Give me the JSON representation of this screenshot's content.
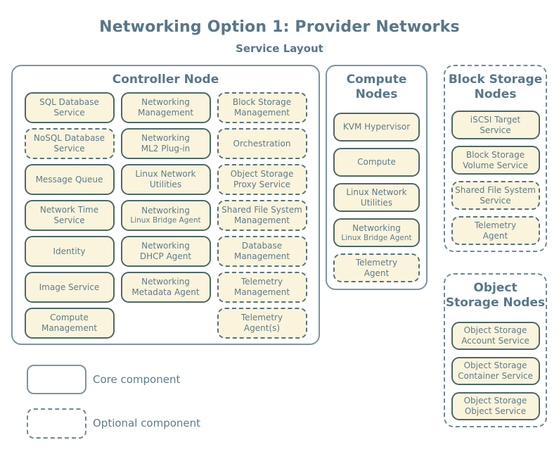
{
  "title": "Networking Option 1: Provider Networks",
  "subtitle": "Service Layout",
  "colors": {
    "background": "#ffffff",
    "service_fill": "#fbf4dc",
    "core_border": "#4e6868",
    "optional_border": "#567383",
    "container_border": "#7c95a3",
    "text": "#5d7c8d"
  },
  "controller": {
    "title": "Controller Node",
    "services": [
      {
        "label": "SQL Database\nService",
        "style": "core"
      },
      {
        "label": "Networking\nManagement",
        "style": "core"
      },
      {
        "label": "Block Storage\nManagement",
        "style": "optional"
      },
      {
        "label": "NoSQL Database\nService",
        "style": "optional"
      },
      {
        "label": "Networking\nML2 Plug-in",
        "style": "core"
      },
      {
        "label": "Orchestration",
        "style": "optional"
      },
      {
        "label": "Message Queue",
        "style": "core"
      },
      {
        "label": "Linux Network\nUtilities",
        "style": "core"
      },
      {
        "label": "Object Storage\nProxy Service",
        "style": "optional"
      },
      {
        "label": "Network Time\nService",
        "style": "core"
      },
      {
        "label": "Networking",
        "sublabel": "Linux Bridge Agent",
        "style": "core"
      },
      {
        "label": "Shared File System\nManagement",
        "style": "optional"
      },
      {
        "label": "Identity",
        "style": "core"
      },
      {
        "label": "Networking\nDHCP Agent",
        "style": "core"
      },
      {
        "label": "Database\nManagement",
        "style": "optional"
      },
      {
        "label": "Image Service",
        "style": "core"
      },
      {
        "label": "Networking\nMetadata Agent",
        "style": "core"
      },
      {
        "label": "Telemetry\nManagement",
        "style": "optional"
      },
      {
        "label": "Compute\nManagement",
        "style": "core"
      },
      {
        "label": "Telemetry\nAgent(s)",
        "style": "optional"
      }
    ]
  },
  "compute": {
    "title": "Compute\nNodes",
    "services": [
      {
        "label": "KVM Hypervisor",
        "style": "core"
      },
      {
        "label": "Compute",
        "style": "core"
      },
      {
        "label": "Linux Network\nUtilities",
        "style": "core"
      },
      {
        "label": "Networking",
        "sublabel": "Linux Bridge Agent",
        "style": "core"
      },
      {
        "label": "Telemetry\nAgent",
        "style": "optional"
      }
    ]
  },
  "block_storage": {
    "title": "Block Storage\nNodes",
    "services": [
      {
        "label": "iSCSI Target\nService",
        "style": "core"
      },
      {
        "label": "Block Storage\nVolume Service",
        "style": "core"
      },
      {
        "label": "Shared File System\nService",
        "style": "optional"
      },
      {
        "label": "Telemetry\nAgent",
        "style": "optional"
      }
    ]
  },
  "object_storage": {
    "title": "Object\nStorage Nodes",
    "services": [
      {
        "label": "Object Storage\nAccount Service",
        "style": "core"
      },
      {
        "label": "Object Storage\nContainer Service",
        "style": "core"
      },
      {
        "label": "Object Storage\nObject Service",
        "style": "core"
      }
    ]
  },
  "legend": {
    "core_label": "Core component",
    "optional_label": "Optional component"
  }
}
